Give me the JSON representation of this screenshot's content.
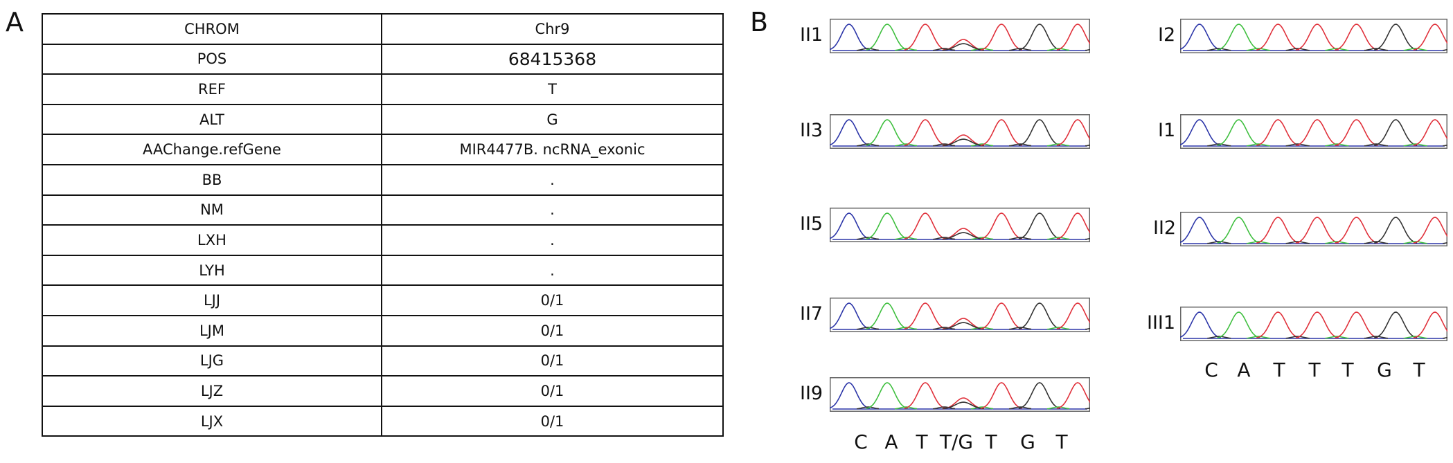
{
  "panel_a": {
    "letter": "A",
    "rows": [
      {
        "key": "CHROM",
        "value": "Chr9"
      },
      {
        "key": "POS",
        "value": "68415368"
      },
      {
        "key": "REF",
        "value": "T"
      },
      {
        "key": "ALT",
        "value": "G"
      },
      {
        "key": "AAChange.refGene",
        "value": "MIR4477B. ncRNA_exonic"
      },
      {
        "key": "BB",
        "value": "."
      },
      {
        "key": "NM",
        "value": "."
      },
      {
        "key": "LXH",
        "value": "."
      },
      {
        "key": "LYH",
        "value": "."
      },
      {
        "key": "LJJ",
        "value": "0/1"
      },
      {
        "key": "LJM",
        "value": "0/1"
      },
      {
        "key": "LJG",
        "value": "0/1"
      },
      {
        "key": "LJZ",
        "value": "0/1"
      },
      {
        "key": "LJX",
        "value": "0/1"
      }
    ]
  },
  "panel_b": {
    "letter": "B",
    "left_traces": [
      {
        "label": "II1",
        "heterozygous": true
      },
      {
        "label": "II3",
        "heterozygous": true
      },
      {
        "label": "II5",
        "heterozygous": true
      },
      {
        "label": "II7",
        "heterozygous": true
      },
      {
        "label": "II9",
        "heterozygous": true
      }
    ],
    "right_traces": [
      {
        "label": "I2",
        "heterozygous": false
      },
      {
        "label": "I1",
        "heterozygous": false
      },
      {
        "label": "II2",
        "heterozygous": false
      },
      {
        "label": "III1",
        "heterozygous": false
      }
    ],
    "left_bases": [
      "C",
      "A",
      "T",
      "T/G",
      "T",
      "G",
      "T"
    ],
    "right_bases": [
      "C",
      "A",
      "T",
      "T",
      "T",
      "G",
      "T"
    ],
    "peak_colors": {
      "C": "#2b35a8",
      "A": "#3fbf3f",
      "T": "#e0303a",
      "G": "#333333"
    }
  }
}
